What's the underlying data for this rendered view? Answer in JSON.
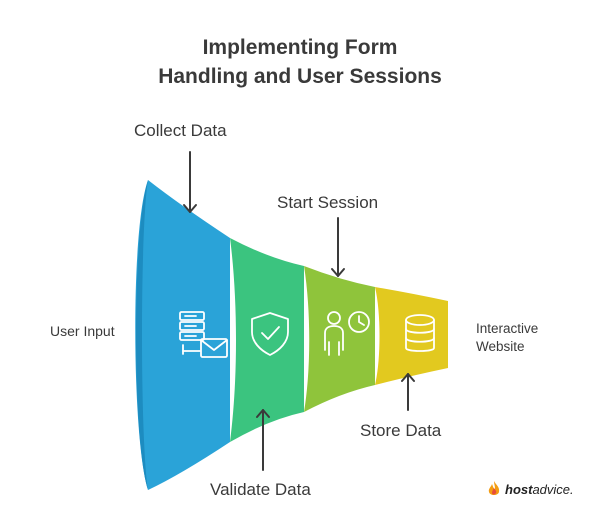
{
  "title": {
    "line1": "Implementing Form",
    "line2": "Handling and User Sessions"
  },
  "input_label": "User Input",
  "output_label": {
    "line1": "Interactive",
    "line2": "Website"
  },
  "stages": [
    {
      "label": "Collect Data",
      "color": "#2aa3d8",
      "icon": "server-mail-icon"
    },
    {
      "label": "Validate Data",
      "color": "#3bc47f",
      "icon": "shield-check-icon"
    },
    {
      "label": "Start Session",
      "color": "#8fc43b",
      "icon": "user-clock-icon"
    },
    {
      "label": "Store Data",
      "color": "#e2c91f",
      "icon": "database-icon"
    }
  ],
  "brand": {
    "bold": "host",
    "rest": "advice."
  }
}
